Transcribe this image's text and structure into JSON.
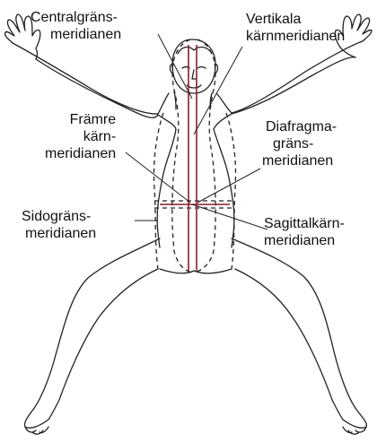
{
  "labels": {
    "centralgrans": [
      "Centralgräns-",
      "meridianen"
    ],
    "vertikala": [
      "Vertikala",
      "kärnmeridianen"
    ],
    "framre": [
      "Främre",
      "kärn-",
      "meridianen"
    ],
    "diafragma": [
      "Diafragma-",
      "gräns-",
      "meridianen"
    ],
    "sidograns": [
      "Sidogräns-",
      "meridianen"
    ],
    "sagittal": [
      "Sagittalkärn-",
      "meridianen"
    ]
  },
  "colors": {
    "outline": "#222222",
    "meridian_red": "#8a1f2a",
    "text": "#111111"
  }
}
